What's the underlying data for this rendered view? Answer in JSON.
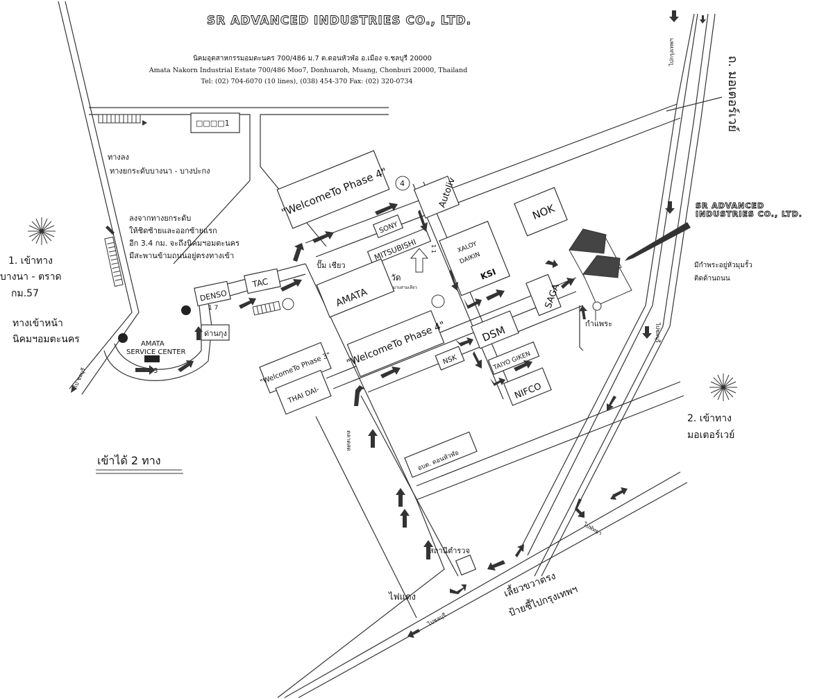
{
  "header": {
    "company": "SR ADVANCED INDUSTRIES CO., LTD.",
    "address_th": "นิคมอุตสาหกรรมอมตะนคร 700/486  ม.7 ต.ดอนหัวฬ่อ อ.เมือง จ.ชลบุรี 20000",
    "address_en": "Amata Nakorn Industrial Estate 700/486 Moo7, Donhuaroh, Muang, Chonburi 20000, Thailand",
    "contact": "Tel: (02) 704-6070 (10 lines), (038) 454-370 Fax: (02) 320-0734"
  },
  "labels": {
    "route1_line1": "1.  เข้าทาง",
    "route1_line2": "บางนา - ตราด",
    "route1_line3": "กม.57",
    "route1_sub1": "ทางเข้าหน้า",
    "route1_sub2": "นิคมฯอมตะนคร",
    "exit_title": "ทางลง",
    "exit_text": "ทางยกระดับบางนา - บางปะกง",
    "instr1": "ลงจากทางยกระดับ",
    "instr2": "ให้ชิดซ้ายและออกซ้ายแรก",
    "instr3": "อีก 3.4 กม. จะถึงนิคมฯอมตะนคร",
    "instr4": "มีสะพานข้ามถนนอยู่ตรงทางเข้า",
    "two_ways": "เข้าได้ 2 ทาง",
    "route2_line1": "2.  เข้าทาง",
    "route2_line2": "มอเตอร์เวย์",
    "motorway_vertical": "ถ. มอเตอร์เวย์",
    "wall_note1": "มีกำพระอยู่หัวมุมรั้ว",
    "wall_note2": "ติดด้านถนน",
    "wall_label": "กำแพระ",
    "traffic_light": "ไฟแดง",
    "police": "สถานีตำรวจ",
    "uturn1": "เลี้ยวขวาตรง",
    "uturn2": "ป้ายชี้ไปกรุงเทพฯ",
    "to_chonburi_left": "ไป ชลบุรี",
    "to_chonburi_bottom": "ไปชลบุรี",
    "to_chonburi_right": "ไปชลบุรี",
    "to_bangkok_top": "ไปกรุงเทพฯ",
    "to_bangkok_right": "ไปพัทยา",
    "market": "ตลาดสด",
    "sr_box": "SR ADVANCED INDUSTRIES CO., LTD.",
    "amata_service": "AMATA SERVICE CENTER",
    "obt": "อบต. ดอนหัวฬ่อ",
    "temple": "วัด",
    "temple_sub": "มาบสามเลียว",
    "pumpco": "ปั๊ม เชียว",
    "toll_label": "ด่านกุง",
    "gate_label": "□□□□1"
  },
  "companies": {
    "welcome4_top": "\"WelcomeTo Phase 4\"",
    "welcome4_mid": "\"WelcomeTo Phase 4\"",
    "welcome3": "\"WelcomeTo Phase 3\"",
    "autoliv": "Autoliv",
    "sony": "SONY",
    "mitsubishi": "MITSUBISHI",
    "amata": "AMATA",
    "xaloy": "XALOY",
    "daikin": "DAIKIN",
    "ksi": "KSI",
    "nok": "NOK",
    "saga": "SAGA",
    "dsm": "DSM",
    "nsk": "NSK",
    "taiyo": "TAIYO GIKEN",
    "nifco": "NIFCO",
    "thai_dai": "THAI DAI-",
    "denso": "DENSO",
    "tac": "TAC"
  },
  "markers": {
    "phase4_num": "4",
    "road_11": "1 1",
    "road_17": "1 7",
    "road_3": "3"
  }
}
